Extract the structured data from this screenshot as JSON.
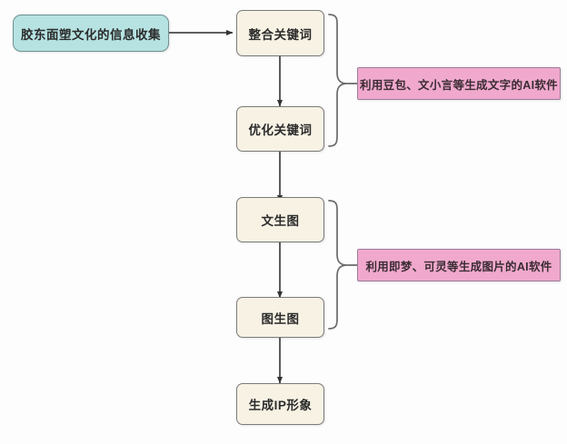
{
  "diagram": {
    "title": "AI IP image generation workflow flowchart",
    "background_color": "#fdfdfd",
    "palette": {
      "start_fill": "#b6e3e2",
      "start_border": "#6f8f90",
      "node_fill": "#f7f2e4",
      "node_border": "#7b7b7b",
      "note_fill": "#f0a9cd",
      "note_border": "#9b7c9b",
      "connector": "#4a4a4a",
      "text": "#2b2b2b"
    },
    "nodes": [
      {
        "id": "start",
        "label": "胶东面塑文化的信息收集",
        "shape": "rounded-rect",
        "style": "start"
      },
      {
        "id": "step1",
        "label": "整合关键词",
        "shape": "rounded-rect",
        "style": "process"
      },
      {
        "id": "step2",
        "label": "优化关键词",
        "shape": "rounded-rect",
        "style": "process"
      },
      {
        "id": "step3",
        "label": "文生图",
        "shape": "rounded-rect",
        "style": "process"
      },
      {
        "id": "step4",
        "label": "图生图",
        "shape": "rounded-rect",
        "style": "process"
      },
      {
        "id": "result",
        "label": "生成IP形象",
        "shape": "rounded-rect",
        "style": "process"
      }
    ],
    "notes": [
      {
        "id": "note1",
        "label": "利用豆包、文小言等生成文字的AI软件",
        "groups": [
          "step1",
          "step2"
        ]
      },
      {
        "id": "note2",
        "label": "利用即梦、可灵等生成图片的AI软件",
        "groups": [
          "step3",
          "step4"
        ]
      }
    ],
    "edges": [
      {
        "from": "start",
        "to": "step1",
        "direction": "right"
      },
      {
        "from": "step1",
        "to": "step2",
        "direction": "down"
      },
      {
        "from": "step2",
        "to": "step3",
        "direction": "down"
      },
      {
        "from": "step3",
        "to": "step4",
        "direction": "down"
      },
      {
        "from": "step4",
        "to": "result",
        "direction": "down"
      }
    ],
    "braces": [
      {
        "id": "brace1",
        "spans": [
          "step1",
          "step2"
        ],
        "points_to": "note1"
      },
      {
        "id": "brace2",
        "spans": [
          "step3",
          "step4"
        ],
        "points_to": "note2"
      }
    ]
  }
}
